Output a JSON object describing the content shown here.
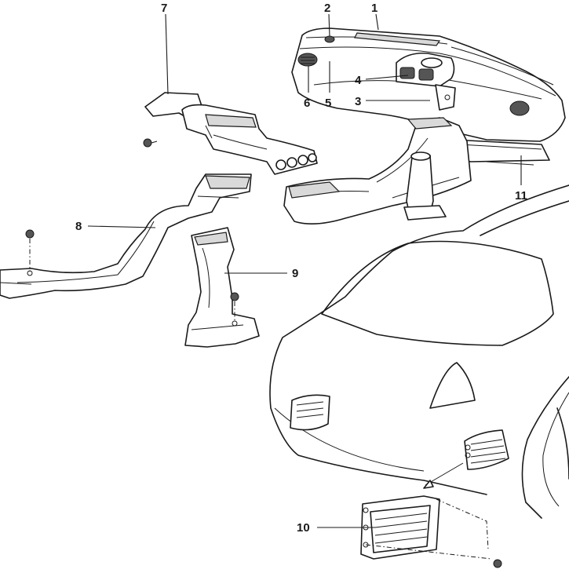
{
  "callouts": {
    "c1": "1",
    "c2": "2",
    "c3": "3",
    "c4": "4",
    "c5": "5",
    "c6": "6",
    "c7": "7",
    "c8": "8",
    "c9": "9",
    "c10": "10",
    "c11": "11"
  },
  "colors": {
    "line": "#1a1a1a",
    "shade": "#d9d9d9",
    "background": "#ffffff"
  }
}
